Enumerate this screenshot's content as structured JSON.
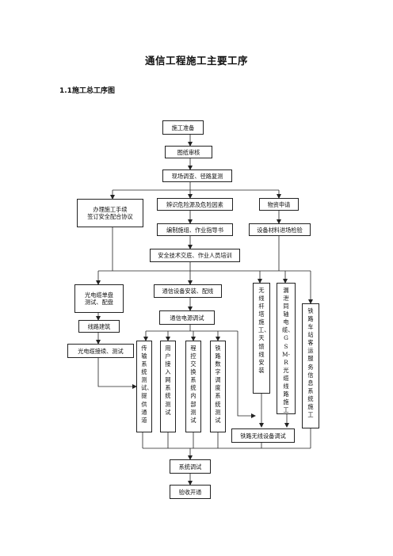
{
  "doc": {
    "title": "通信工程施工主要工序",
    "section": "1.1施工总工序图"
  },
  "flow": {
    "start": "施工准备",
    "review": "图纸审核",
    "survey": "现场调查、径路复测",
    "procedure": "办理施工手续\n签订安全配合协议",
    "hazard": "辨识危险源及危险因素",
    "material_req": "物资申请",
    "plan": "编制施组、作业指导书",
    "material_check": "设备材料进场检验",
    "training": "安全技术交底、作业人员培训",
    "cable_survey": "光电缆单盘\n测试、配盘",
    "install": "通信设备安装、配线",
    "tower": "无线杆塔施工、天馈线安装",
    "leaky": "漏泄同轴电缆、GSM-R光缆线路施工",
    "railway_passenger": "铁路车站客运服务信息系统施工",
    "power_test": "通信电源调试",
    "line_build": "线路建筑",
    "splice": "光电缆接续、测试",
    "transmission": "传输系统测试、提供通道",
    "user_access": "用户接入网系统测试",
    "switching": "程控交换系统内部测试",
    "dispatch": "铁路数字调度系统测试",
    "wireless_test": "铁路无线设备调试",
    "system_test": "系统调试",
    "acceptance": "验收开通"
  }
}
